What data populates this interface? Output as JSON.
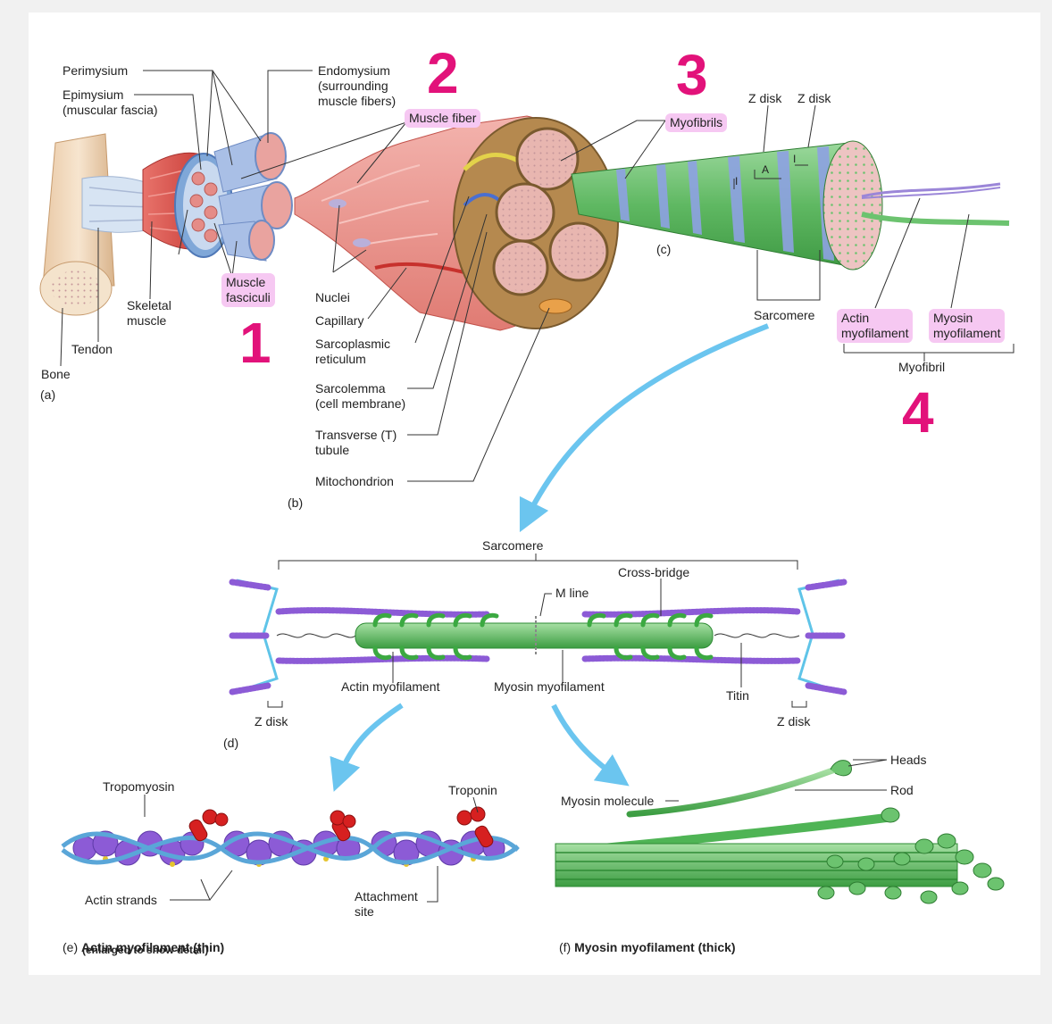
{
  "colors": {
    "accent_number": "#e2127a",
    "highlight": "#f6c8f2",
    "muscle_red": "#d9534f",
    "fiber_pink": "#f0a4a0",
    "fascicle_blue": "#a9bfe6",
    "myofibril_green": "#6cc36f",
    "band_blue": "#7d8fd8",
    "actin_purple": "#8c5bd6",
    "arrow_blue": "#6bc5ef",
    "troponin_red": "#d62020"
  },
  "numbers": {
    "n1": "1",
    "n2": "2",
    "n3": "3",
    "n4": "4"
  },
  "panel_a": {
    "perimysium": "Perimysium",
    "epimysium": "Epimysium\n(muscular fascia)",
    "muscle_fasciculi": "Muscle\nfasciculi",
    "skeletal_muscle": "Skeletal\nmuscle",
    "tendon": "Tendon",
    "bone": "Bone",
    "panel_letter": "(a)"
  },
  "panel_b": {
    "endomysium": "Endomysium\n(surrounding\nmuscle fibers)",
    "muscle_fiber": "Muscle fiber",
    "nuclei": "Nuclei",
    "capillary": "Capillary",
    "sarcoplasmic_reticulum": "Sarcoplasmic\nreticulum",
    "sarcolemma": "Sarcolemma\n(cell membrane)",
    "t_tubule": "Transverse (T)\ntubule",
    "mitochondrion": "Mitochondrion",
    "panel_letter": "(b)"
  },
  "panel_c": {
    "myofibrils": "Myofibrils",
    "z_disk_1": "Z disk",
    "z_disk_2": "Z disk",
    "band_a": "A",
    "band_i1": "I",
    "band_i2": "I",
    "sarcomere": "Sarcomere",
    "actin_myofilament": "Actin\nmyofilament",
    "myosin_myofilament": "Myosin\nmyofilament",
    "myofibril": "Myofibril",
    "panel_letter": "(c)"
  },
  "panel_d": {
    "sarcomere": "Sarcomere",
    "cross_bridge": "Cross-bridge",
    "m_line": "M line",
    "actin_myofilament": "Actin myofilament",
    "myosin_myofilament": "Myosin myofilament",
    "titin": "Titin",
    "z_disk_left": "Z disk",
    "z_disk_right": "Z disk",
    "panel_letter": "(d)"
  },
  "panel_e": {
    "tropomyosin": "Tropomyosin",
    "troponin": "Troponin",
    "actin_strands": "Actin strands",
    "attachment_site": "Attachment\nsite",
    "caption_prefix": "(e) ",
    "caption_bold": "Actin myofilament (thin)",
    "caption_sub": "(enlarged to show detail)"
  },
  "panel_f": {
    "heads": "Heads",
    "rod": "Rod",
    "myosin_molecule": "Myosin molecule",
    "caption_prefix": "(f) ",
    "caption_bold": "Myosin myofilament (thick)"
  }
}
